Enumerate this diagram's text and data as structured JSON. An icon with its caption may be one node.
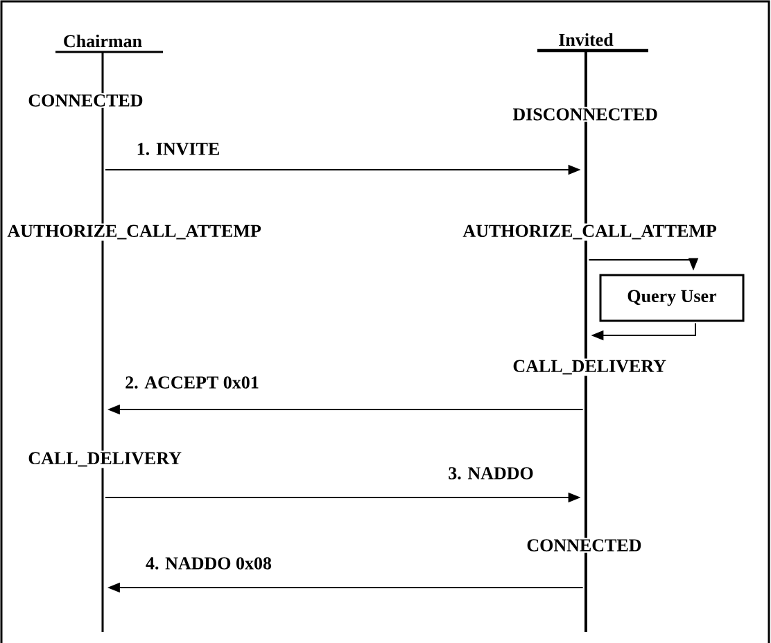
{
  "diagram": {
    "nodes": [
      {
        "text": [
          "Chairman"
        ]
      },
      {
        "text": [
          "Invited"
        ]
      },
      {
        "text": [
          "Query User"
        ]
      }
    ],
    "edges": [
      {
        "from": 0,
        "to": 1,
        "arrow": "to",
        "label": "1. INVITE"
      },
      {
        "from": 1,
        "to": 2,
        "arrow": "to"
      },
      {
        "from": 2,
        "to": 1,
        "arrow": "to"
      },
      {
        "from": 1,
        "to": 0,
        "arrow": "to",
        "label": "2. ACCEPT 0x01"
      },
      {
        "from": 0,
        "to": 1,
        "arrow": "to",
        "label": "3. NADDO"
      },
      {
        "from": 1,
        "to": 0,
        "arrow": "to",
        "label": "4. NADDO 0x08"
      }
    ],
    "labels": [
      "CONNECTED",
      "DISCONNECTED",
      "AUTHORIZE_CALL_ATTEMP",
      "AUTHORIZE_CALL_ATTEMP",
      "CALL_DELIVERY",
      "CALL_DELIVERY",
      "CONNECTED"
    ]
  }
}
